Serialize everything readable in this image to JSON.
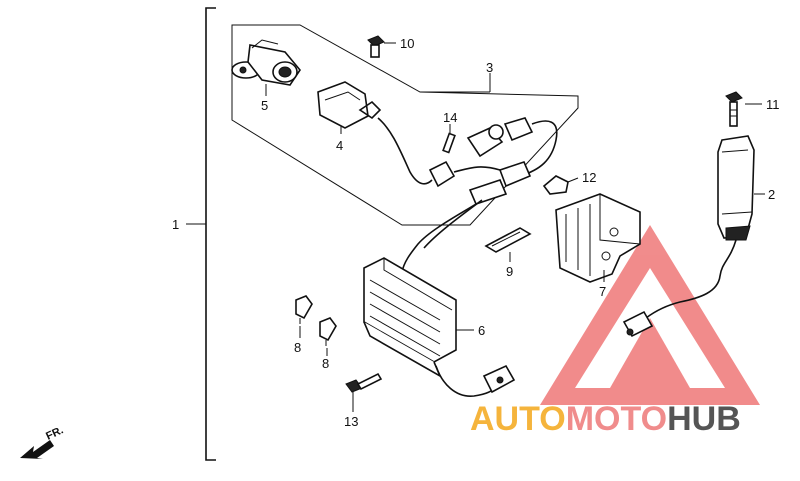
{
  "callouts": {
    "c1": "1",
    "c2": "2",
    "c3": "3",
    "c4": "4",
    "c5": "5",
    "c6": "6",
    "c7": "7",
    "c8a": "8",
    "c8b": "8",
    "c9": "9",
    "c10": "10",
    "c11": "11",
    "c12": "12",
    "c13": "13",
    "c14": "14"
  },
  "direction_label": "FR.",
  "watermark": {
    "part1": "AUTO",
    "part2": "MOTO",
    "part3": "HUB",
    "colors": {
      "auto": "#f5b43c",
      "moto": "#f08c8c",
      "hub": "#555555",
      "triangle": "#f07f7f"
    }
  }
}
